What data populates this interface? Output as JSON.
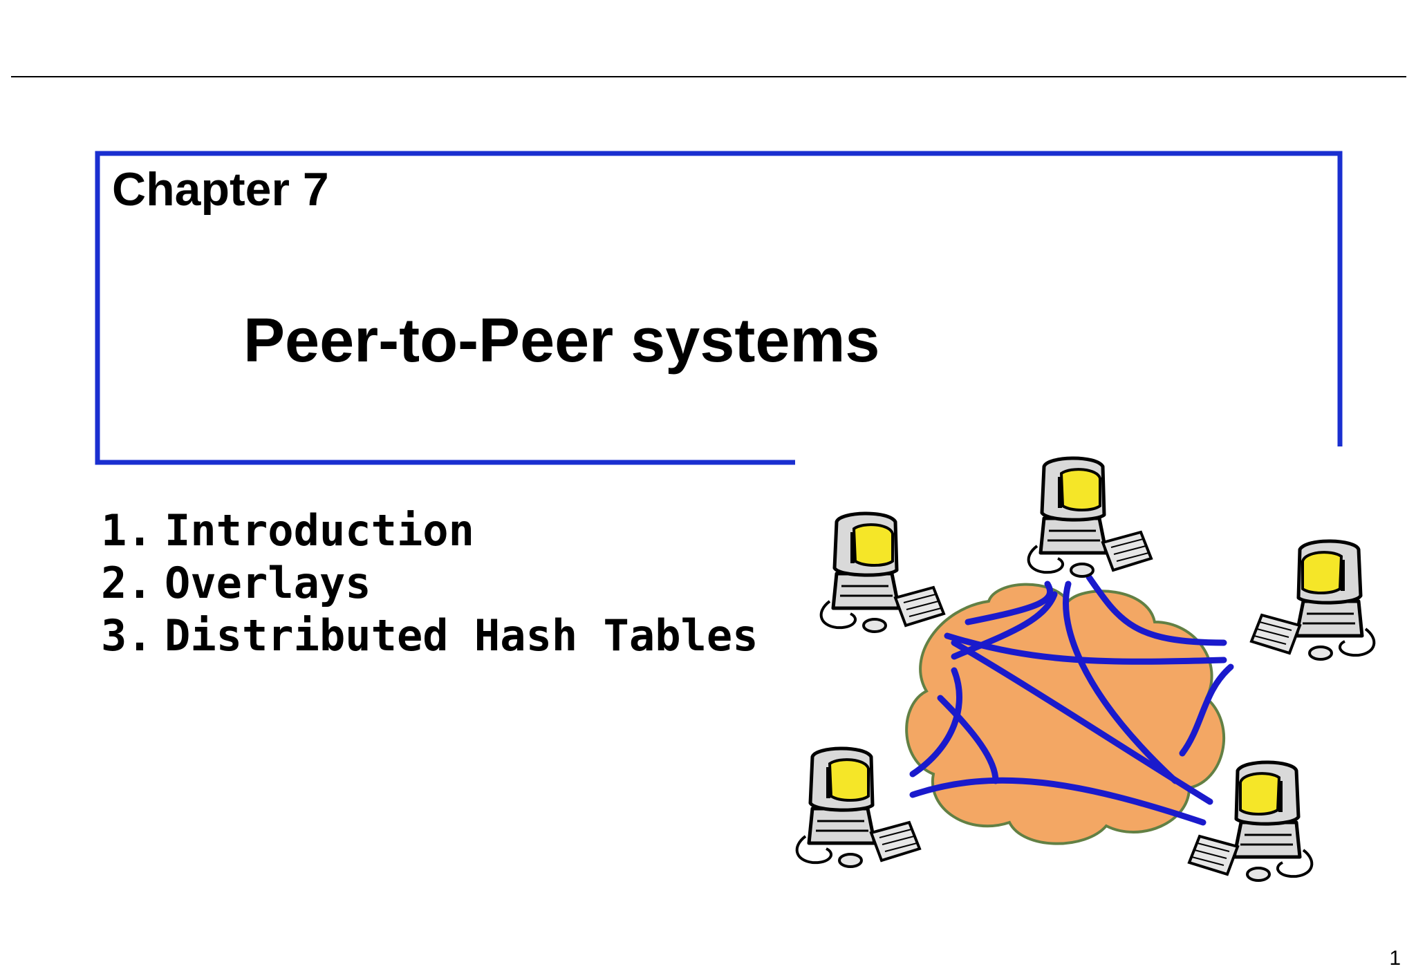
{
  "slide": {
    "chapter_label": "Chapter 7",
    "title": "Peer-to-Peer systems",
    "outline": [
      {
        "number": "1.",
        "text": "Introduction"
      },
      {
        "number": "2.",
        "text": "Overlays"
      },
      {
        "number": "3.",
        "text": "Distributed Hash Tables"
      }
    ],
    "page_number": "1"
  },
  "colors": {
    "frame_blue": "#1a2fd0",
    "link_blue": "#1a1acc",
    "cloud_orange": "#f3a35c",
    "cloud_outline": "#5a7a3a",
    "screen_yellow": "#f5e628",
    "computer_gray": "#d9d9d9"
  },
  "illustration": {
    "name": "peer-to-peer-network",
    "icons": [
      "computer-icon",
      "overlay-cloud"
    ]
  }
}
